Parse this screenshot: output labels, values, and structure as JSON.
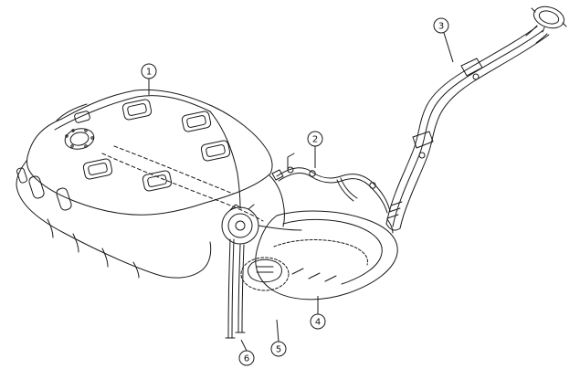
{
  "diagram": {
    "kind": "exploded-parts-line-drawing",
    "colors": {
      "line": "#1a1a1a",
      "background": "#ffffff"
    }
  },
  "callouts": [
    {
      "id": 1,
      "label": "1"
    },
    {
      "id": 2,
      "label": "2"
    },
    {
      "id": 3,
      "label": "3"
    },
    {
      "id": 4,
      "label": "4"
    },
    {
      "id": 5,
      "label": "5"
    },
    {
      "id": 6,
      "label": "6"
    }
  ]
}
